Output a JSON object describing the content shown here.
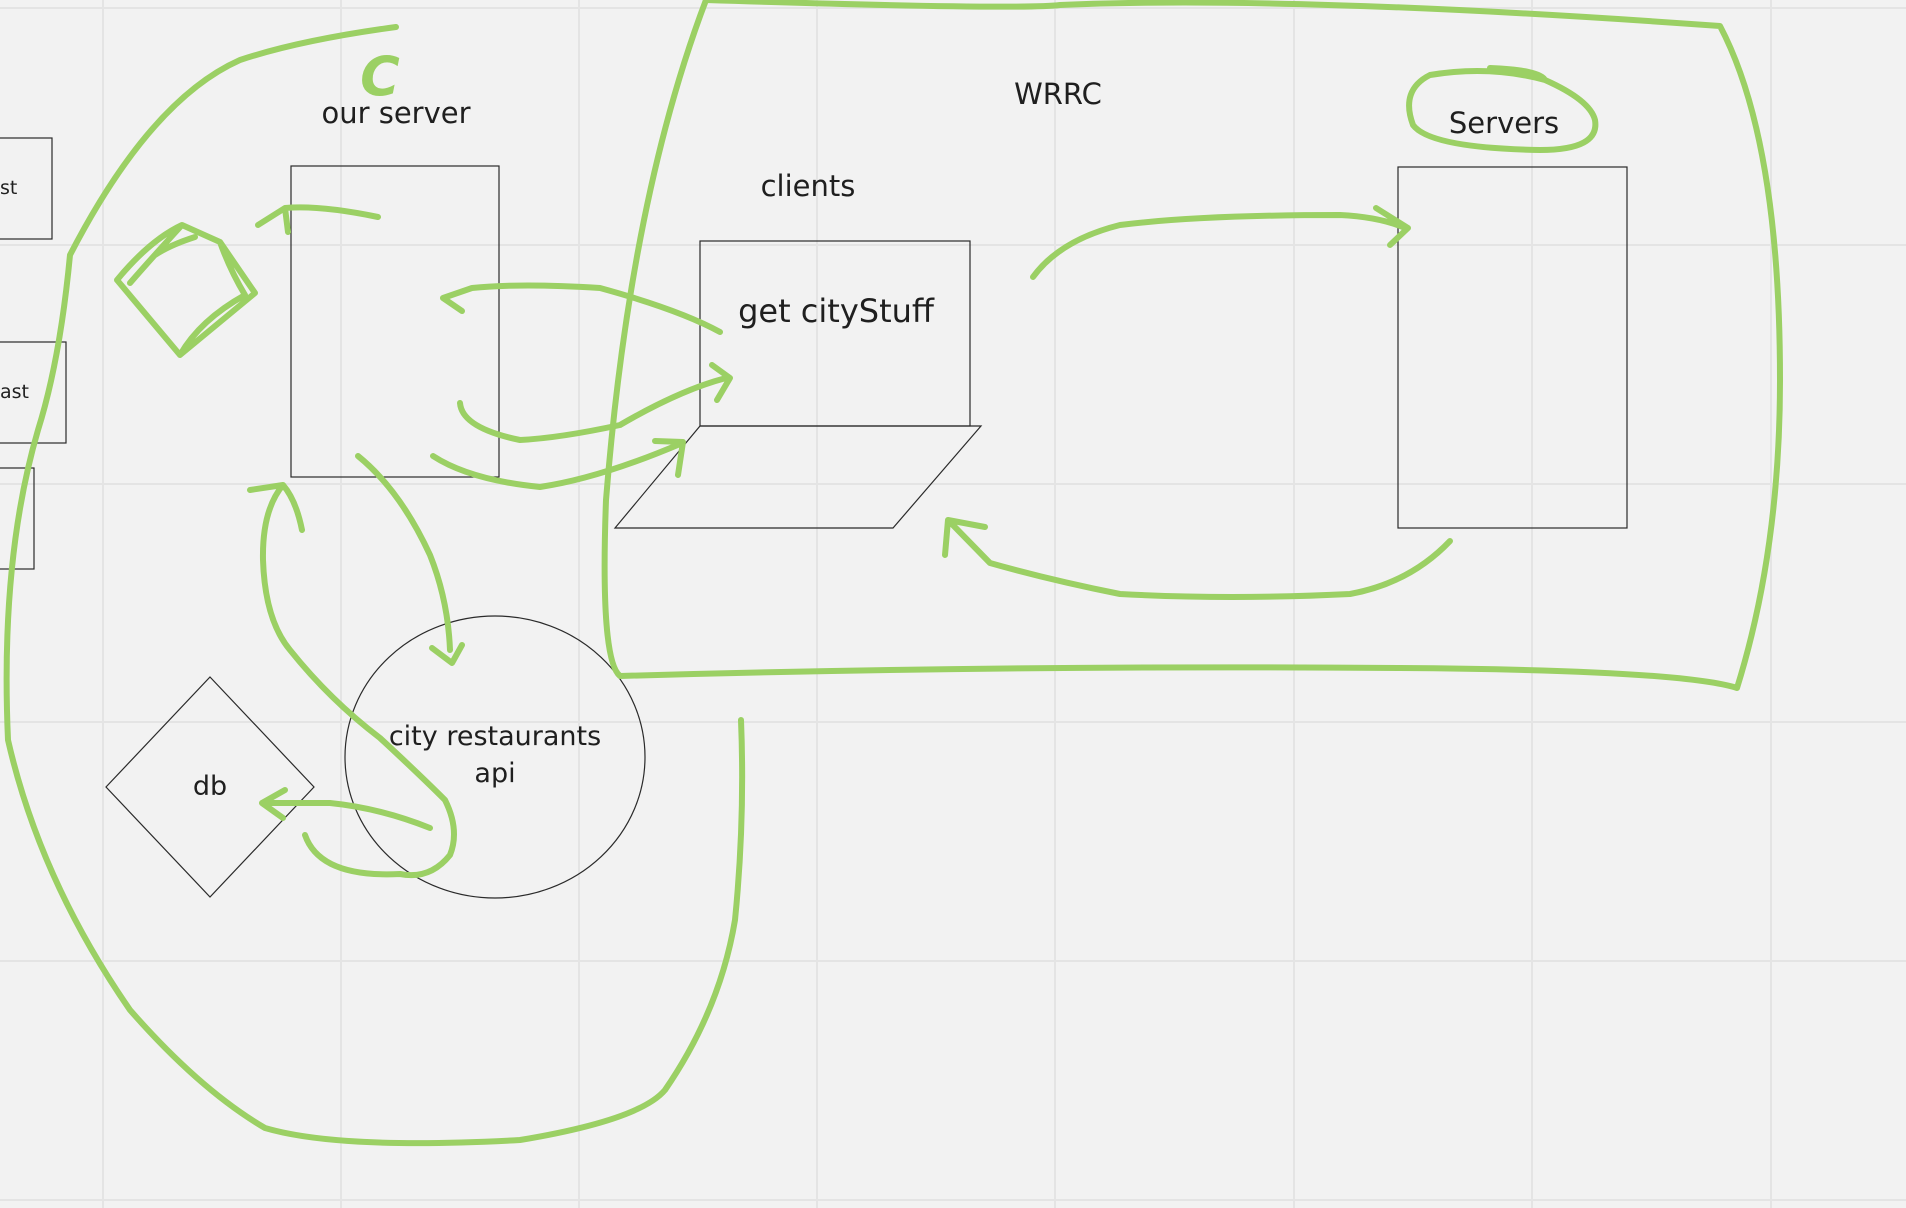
{
  "diagram": {
    "labels": {
      "our_server": "our server",
      "c_mark": "C",
      "wrrc": "WRRC",
      "servers": "Servers",
      "clients": "clients",
      "get_city_stuff": "get cityStuff",
      "city_api_line1": "city restaurants",
      "city_api_line2": "api",
      "db": "db",
      "partial_1": "st",
      "partial_2": "ast"
    },
    "colors": {
      "background": "#f2f2f2",
      "grid": "#e4e4e4",
      "ink": "#9bd064",
      "shape_stroke": "#2a2a2a"
    }
  }
}
